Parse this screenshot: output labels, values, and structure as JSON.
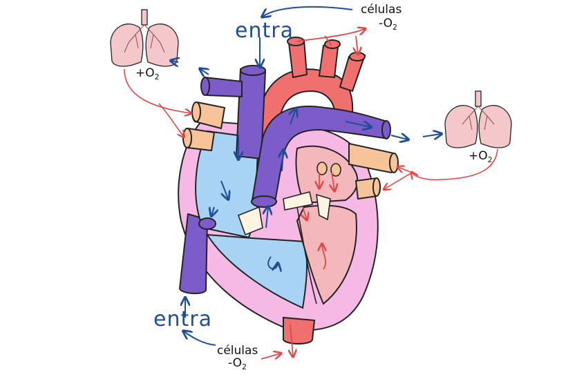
{
  "labels": {
    "enter_top": "entra",
    "enter_bottom": "entra",
    "cells_top": "células",
    "cells_top_o2": "-O",
    "cells_bottom": "células",
    "cells_bottom_o2": "-O",
    "lungs_left_o2": "+O",
    "lungs_right_o2": "+O",
    "o2_subscript": "2"
  },
  "colors": {
    "deoxygenated": "#7b5cc9",
    "oxygenated": "#f07070",
    "atrium_right": "#a9d3f5",
    "chamber_left": "#f4b8bc",
    "myocardium": "#f6b9e6",
    "vein_tan": "#f7c49a",
    "lung_pink": "#f4c7cb",
    "arrow_blue": "#1f4d9a",
    "arrow_red": "#e04848"
  }
}
